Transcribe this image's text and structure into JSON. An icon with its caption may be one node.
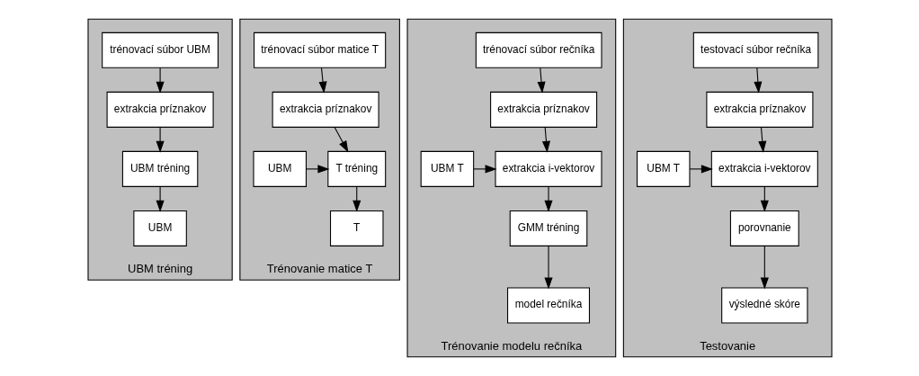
{
  "diagram": {
    "nodes": [
      {
        "text": [
          "UBM tréning"
        ]
      },
      {
        "text": [
          "trénovací súbor UBM"
        ],
        "in": 0
      },
      {
        "text": [
          "extrakcia príznakov"
        ],
        "in": 0
      },
      {
        "text": [
          "UBM tréning"
        ],
        "in": 0
      },
      {
        "text": [
          "UBM"
        ],
        "in": 0
      },
      {
        "text": [
          "Trénovanie matice T"
        ]
      },
      {
        "text": [
          "trénovací súbor matice T"
        ],
        "in": 5
      },
      {
        "text": [
          "extrakcia príznakov"
        ],
        "in": 5
      },
      {
        "text": [
          "UBM"
        ],
        "in": 5
      },
      {
        "text": [
          "T tréning"
        ],
        "in": 5
      },
      {
        "text": [
          "T"
        ],
        "in": 5
      },
      {
        "text": [
          "Trénovanie modelu rečníka"
        ]
      },
      {
        "text": [
          "trénovací súbor rečníka"
        ],
        "in": 11
      },
      {
        "text": [
          "extrakcia príznakov"
        ],
        "in": 11
      },
      {
        "text": [
          "UBM T"
        ],
        "in": 11
      },
      {
        "text": [
          "extrakcia i-vektorov"
        ],
        "in": 11
      },
      {
        "text": [
          "GMM tréning"
        ],
        "in": 11
      },
      {
        "text": [
          "model rečníka"
        ],
        "in": 11
      },
      {
        "text": [
          "Testovanie"
        ]
      },
      {
        "text": [
          "testovací súbor rečníka"
        ],
        "in": 18
      },
      {
        "text": [
          "extrakcia príznakov"
        ],
        "in": 18
      },
      {
        "text": [
          "UBM T"
        ],
        "in": 18
      },
      {
        "text": [
          "extrakcia i-vektorov"
        ],
        "in": 18
      },
      {
        "text": [
          "porovnanie"
        ],
        "in": 18
      },
      {
        "text": [
          "výsledné skóre"
        ],
        "in": 18
      }
    ],
    "edges": [
      {
        "from": 1,
        "to": 2,
        "arrow": "to"
      },
      {
        "from": 2,
        "to": 3,
        "arrow": "to"
      },
      {
        "from": 3,
        "to": 4,
        "arrow": "to"
      },
      {
        "from": 6,
        "to": 7,
        "arrow": "to"
      },
      {
        "from": 7,
        "to": 9,
        "arrow": "to"
      },
      {
        "from": 8,
        "to": 9,
        "arrow": "to"
      },
      {
        "from": 9,
        "to": 10,
        "arrow": "to"
      },
      {
        "from": 12,
        "to": 13,
        "arrow": "to"
      },
      {
        "from": 13,
        "to": 15,
        "arrow": "to"
      },
      {
        "from": 14,
        "to": 15,
        "arrow": "to"
      },
      {
        "from": 15,
        "to": 16,
        "arrow": "to"
      },
      {
        "from": 16,
        "to": 17,
        "arrow": "to"
      },
      {
        "from": 19,
        "to": 20,
        "arrow": "to"
      },
      {
        "from": 20,
        "to": 22,
        "arrow": "to"
      },
      {
        "from": 21,
        "to": 22,
        "arrow": "to"
      },
      {
        "from": 22,
        "to": 23,
        "arrow": "to"
      },
      {
        "from": 23,
        "to": 24,
        "arrow": "to"
      }
    ]
  }
}
